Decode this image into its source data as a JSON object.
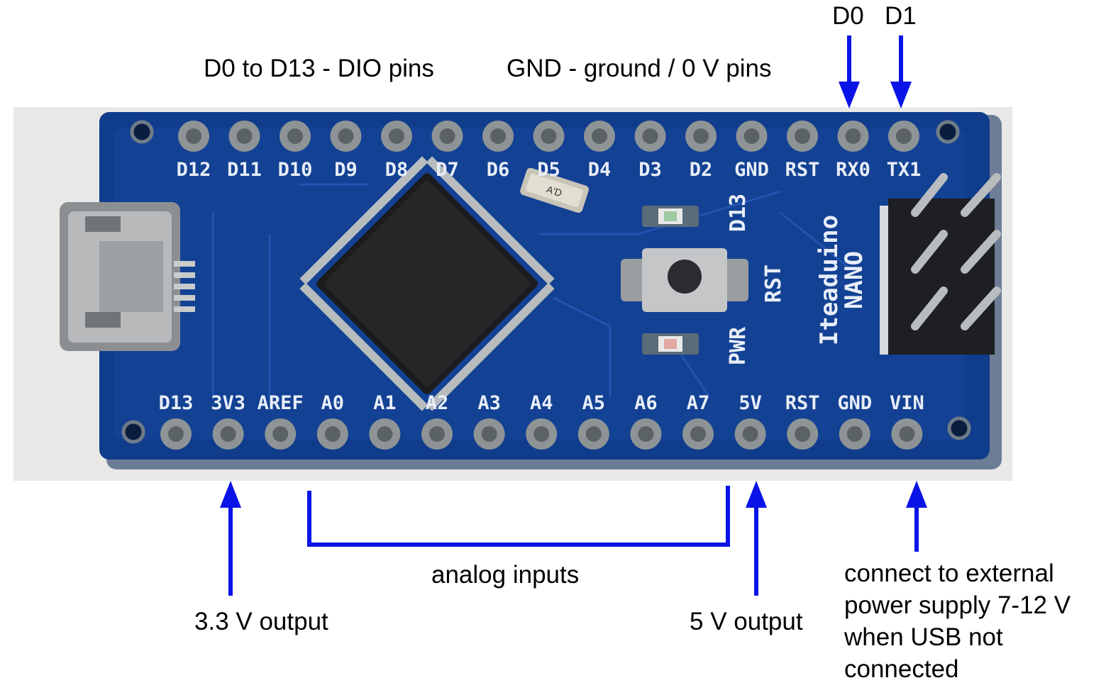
{
  "annotations": {
    "dio_pins": "D0 to D13 - DIO pins",
    "gnd_pins": "GND - ground / 0 V pins",
    "d0": "D0",
    "d1": "D1",
    "analog_inputs": "analog inputs",
    "v33_output": "3.3 V output",
    "v5_output": "5 V output",
    "external_power": "connect to external power supply 7-12 V when USB not connected"
  },
  "board": {
    "top_pins": [
      "D12",
      "D11",
      "D10",
      "D9",
      "D8",
      "D7",
      "D6",
      "D5",
      "D4",
      "D3",
      "D2",
      "GND",
      "RST",
      "RX0",
      "TX1"
    ],
    "bottom_pins": [
      "D13",
      "3V3",
      "AREF",
      "A0",
      "A1",
      "A2",
      "A3",
      "A4",
      "A5",
      "A6",
      "A7",
      "5V",
      "RST",
      "GND",
      "VIN"
    ],
    "brand": "Iteaduino",
    "model": "NANO",
    "led_d13_label": "D13",
    "reset_label": "RST",
    "pwr_label": "PWR",
    "crystal_label": "A'D"
  },
  "colors": {
    "pcb": "#103c8c",
    "pcb_dark": "#0c2f6e",
    "arrow": "#0a14e6",
    "background_photo": "#e9e9e9",
    "pad": "#8e9496",
    "chip": "#1c1c1e"
  }
}
